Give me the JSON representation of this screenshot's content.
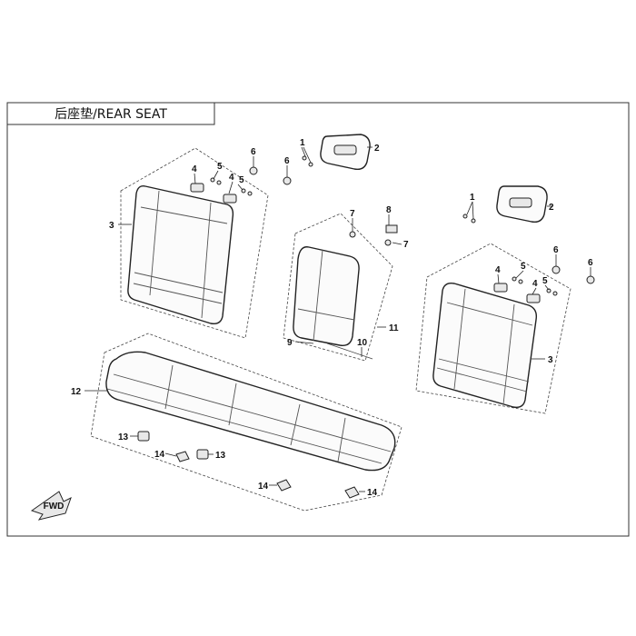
{
  "title": "后座垫/REAR SEAT",
  "fwd": "FWD",
  "callouts": {
    "c1a": "1",
    "c2a": "2",
    "c3a": "3",
    "c4a": "4",
    "c5a": "5",
    "c5b": "5",
    "c4b": "4",
    "c6a": "6",
    "c6b": "6",
    "c8": "8",
    "c7a": "7",
    "c7b": "7",
    "c9": "9",
    "c10": "10",
    "c11": "11",
    "c1b": "1",
    "c2b": "2",
    "c6c": "6",
    "c6d": "6",
    "c4c": "4",
    "c5c": "5",
    "c4d": "4",
    "c5d": "5",
    "c3b": "3",
    "c12": "12",
    "c13a": "13",
    "c14a": "14",
    "c13b": "13",
    "c14b": "14",
    "c14c": "14"
  }
}
